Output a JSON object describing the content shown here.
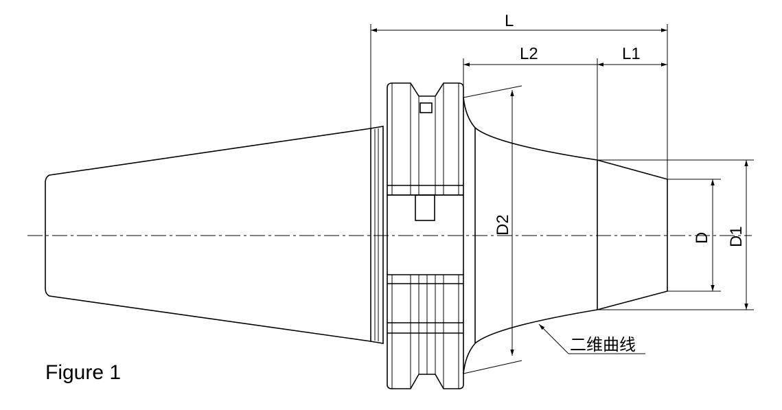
{
  "dimensions": {
    "L": "L",
    "L1": "L1",
    "L2": "L2",
    "D": "D",
    "D1": "D1",
    "D2": "D2"
  },
  "callout": "二维曲线",
  "caption": "Figure 1"
}
